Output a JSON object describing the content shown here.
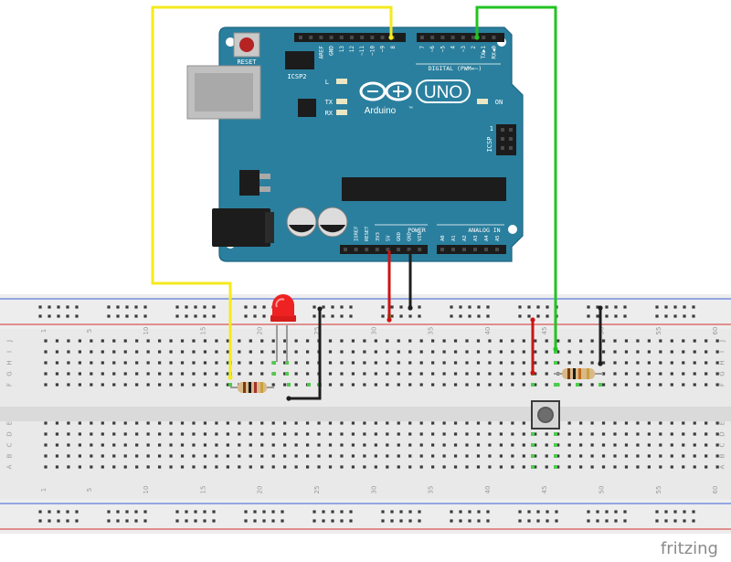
{
  "arduino": {
    "brand_text": "Arduino",
    "tm_mark": "™",
    "model_text": "UNO",
    "reset_label": "RESET",
    "icsp2_label": "ICSP2",
    "icsp_label": "ICSP",
    "icsp_pin1": "1",
    "led_l_label": "L",
    "led_tx_label": "TX",
    "led_rx_label": "RX",
    "led_on_label": "ON",
    "digital_label": "DIGITAL (PWM=~)",
    "power_label": "POWER",
    "analog_label": "ANALOG IN",
    "top_pin_labels": [
      "AREF",
      "GND",
      "13",
      "12",
      "~11",
      "~10",
      "~9",
      "8",
      "7",
      "~6",
      "~5",
      "4",
      "~3",
      "2",
      "TX▶1",
      "RX◀0"
    ],
    "bottom_pin_labels": [
      "IOREF",
      "RESET",
      "3V3",
      "5V",
      "GND",
      "GND",
      "VIN",
      "A0",
      "A1",
      "A2",
      "A3",
      "A4",
      "A5"
    ]
  },
  "breadboard": {
    "column_numbers": [
      "1",
      "5",
      "10",
      "15",
      "20",
      "25",
      "30",
      "35",
      "40",
      "45",
      "50",
      "55",
      "60"
    ],
    "rows_top": [
      "J",
      "I",
      "H",
      "G",
      "F"
    ],
    "rows_bottom": [
      "E",
      "D",
      "C",
      "B",
      "A"
    ]
  },
  "components": {
    "led": "red LED",
    "resistor_1": "resistor",
    "resistor_2": "resistor",
    "pushbutton": "push button"
  },
  "colors": {
    "board": "#2a7f9e",
    "wire_yellow": "#f5ea1e",
    "wire_green": "#22c322",
    "wire_red": "#cc1414",
    "wire_black": "#1e1e1e",
    "led_red": "#ee2222",
    "breadboard": "#e8e8e8",
    "rail_red": "#d22e2e",
    "rail_blue": "#3a5fd8"
  },
  "watermark": "fritzing"
}
